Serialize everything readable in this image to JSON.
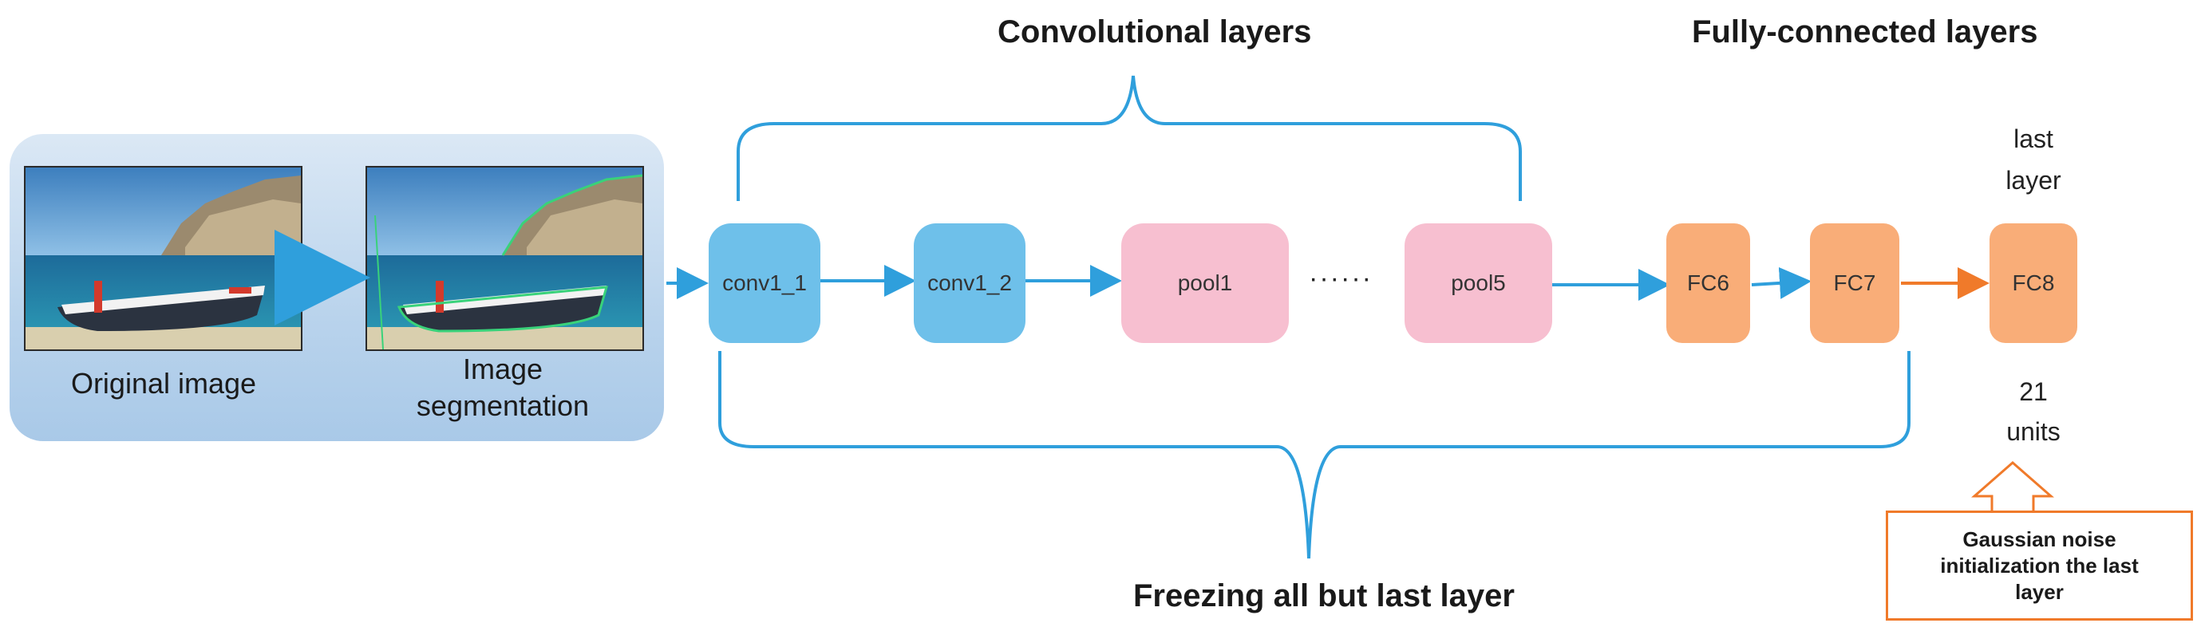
{
  "headings": {
    "convolutional": "Convolutional layers",
    "fully_connected": "Fully-connected layers",
    "freezing": "Freezing all but last layer"
  },
  "images": {
    "original_label": "Original image",
    "segmentation_label_line1": "Image",
    "segmentation_label_line2": "segmentation"
  },
  "nodes": {
    "conv1_1": "conv1_1",
    "conv1_2": "conv1_2",
    "pool1": "pool1",
    "ellipsis": "······",
    "pool5": "pool5",
    "fc6": "FC6",
    "fc7": "FC7",
    "fc8": "FC8"
  },
  "last_layer": {
    "line1": "last",
    "line2": "layer"
  },
  "units": {
    "line1": "21",
    "line2": "units"
  },
  "callout": {
    "line1": "Gaussian noise",
    "line2": "initialization the last",
    "line3": "layer"
  },
  "colors": {
    "conv": "#6ec0ea",
    "pool": "#f7bfd0",
    "fc": "#f9ad78",
    "arrow_blue": "#2f9fdc",
    "arrow_orange": "#f07a2a",
    "brace": "#2f9fdc"
  }
}
